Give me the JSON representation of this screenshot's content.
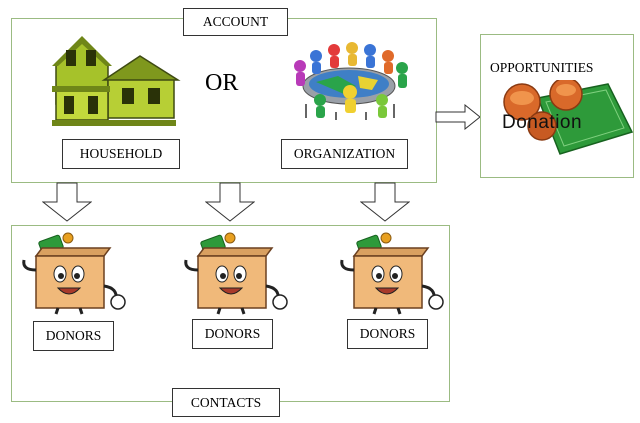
{
  "account": {
    "title": "ACCOUNT",
    "or_label": "OR",
    "household_label": "HOUSEHOLD",
    "organization_label": "ORGANIZATION"
  },
  "opportunities": {
    "title": "OPPORTUNITIES",
    "donation_text": "Donation"
  },
  "contacts": {
    "title": "CONTACTS",
    "donors": [
      "DONORS",
      "DONORS",
      "DONORS"
    ]
  },
  "colors": {
    "panel_border": "#9bbb82",
    "house_green": "#a6c22a",
    "box_tan": "#f0b97a",
    "money_green": "#2e9a3a",
    "coin_orange": "#d9692a"
  }
}
